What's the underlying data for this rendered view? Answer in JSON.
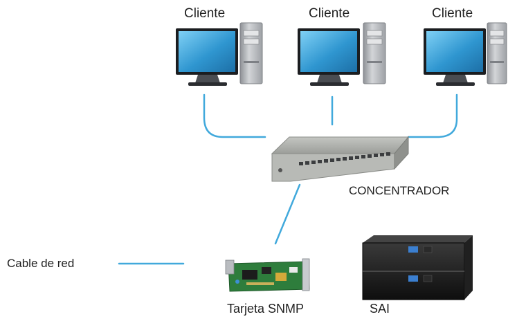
{
  "clients": [
    {
      "label": "Cliente"
    },
    {
      "label": "Cliente"
    },
    {
      "label": "Cliente"
    }
  ],
  "hub": {
    "label": "CONCENTRADOR"
  },
  "legend": {
    "cable_label": "Cable de red"
  },
  "devices": {
    "snmp_card_label": "Tarjeta SNMP",
    "ups_label": "SAI"
  },
  "colors": {
    "cable": "#41a9dc",
    "monitor_screen": "#3aa0d6",
    "tower": "#b9bcc0",
    "hub_body": "#a9aba7",
    "ups_body": "#1a1a1a",
    "pcb": "#2e7d3c"
  }
}
